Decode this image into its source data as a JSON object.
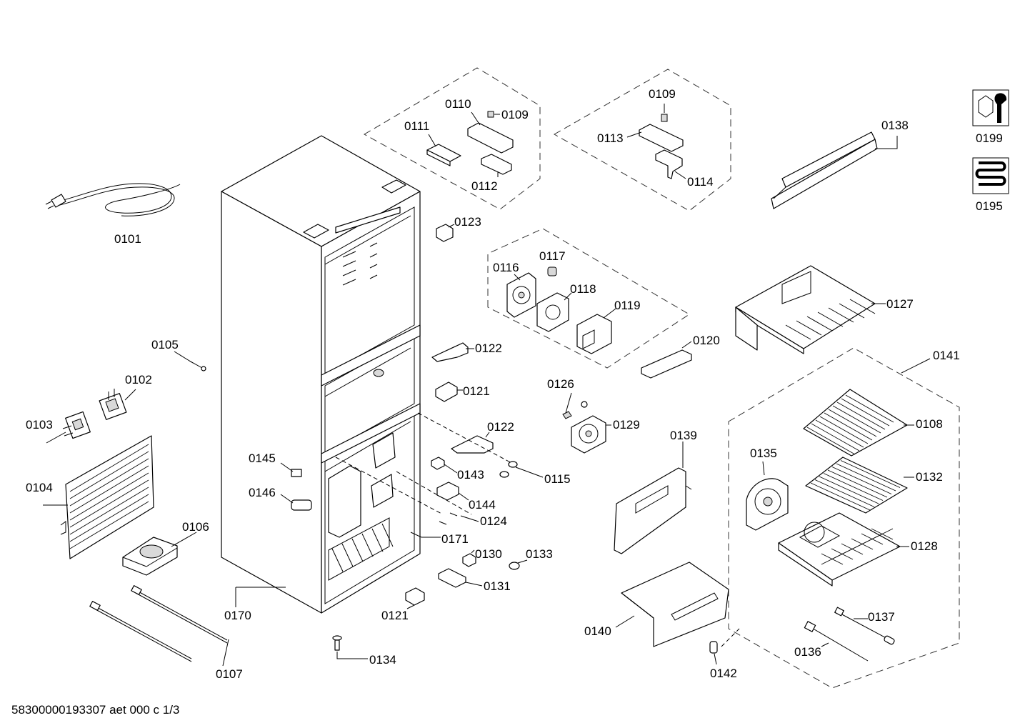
{
  "document_id": "58300000193307 aet 000 c 1/3",
  "callouts": {
    "c0101": "0101",
    "c0102": "0102",
    "c0103": "0103",
    "c0104": "0104",
    "c0105": "0105",
    "c0106": "0106",
    "c0107": "0107",
    "c0108": "0108",
    "c0109a": "0109",
    "c0109b": "0109",
    "c0110": "0110",
    "c0111": "0111",
    "c0112": "0112",
    "c0113": "0113",
    "c0114": "0114",
    "c0115": "0115",
    "c0116": "0116",
    "c0117": "0117",
    "c0118": "0118",
    "c0119": "0119",
    "c0120": "0120",
    "c0121a": "0121",
    "c0121b": "0121",
    "c0122a": "0122",
    "c0122b": "0122",
    "c0123": "0123",
    "c0124": "0124",
    "c0126": "0126",
    "c0127": "0127",
    "c0128": "0128",
    "c0129": "0129",
    "c0130": "0130",
    "c0131": "0131",
    "c0132": "0132",
    "c0133": "0133",
    "c0134": "0134",
    "c0135": "0135",
    "c0136": "0136",
    "c0137": "0137",
    "c0138": "0138",
    "c0139": "0139",
    "c0140": "0140",
    "c0141": "0141",
    "c0142": "0142",
    "c0143": "0143",
    "c0144": "0144",
    "c0145": "0145",
    "c0146": "0146",
    "c0170": "0170",
    "c0171": "0171",
    "c0195": "0195",
    "c0199": "0199"
  },
  "icons": {
    "tool_icon": "wrench-nut-icon",
    "coil_icon": "heating-coil-icon"
  }
}
